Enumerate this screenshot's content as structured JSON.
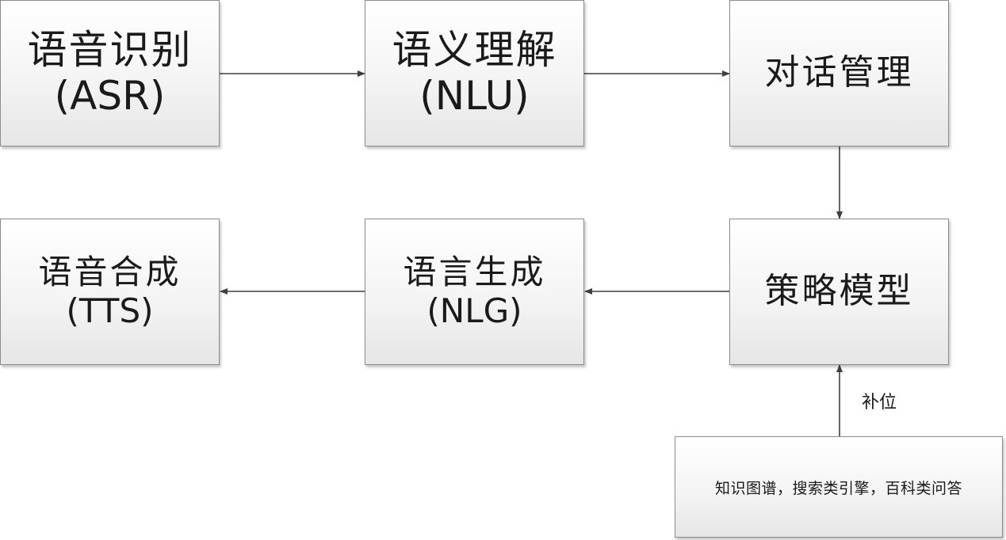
{
  "nodes": {
    "asr": {
      "line1": "语音识别",
      "line2": "(ASR)"
    },
    "nlu": {
      "line1": "语义理解",
      "line2": "(NLU)"
    },
    "dm": {
      "line1": "对话管理"
    },
    "tts": {
      "line1": "语音合成",
      "line2": "(TTS)"
    },
    "nlg": {
      "line1": "语言生成",
      "line2": "(NLG)"
    },
    "policy": {
      "line1": "策略模型"
    },
    "knowledge": {
      "line1": "知识图谱，搜索类引擎，百科类问答"
    }
  },
  "edges": [
    {
      "from": "asr",
      "to": "nlu",
      "label": ""
    },
    {
      "from": "nlu",
      "to": "dm",
      "label": ""
    },
    {
      "from": "dm",
      "to": "policy",
      "label": ""
    },
    {
      "from": "policy",
      "to": "nlg",
      "label": ""
    },
    {
      "from": "nlg",
      "to": "tts",
      "label": ""
    },
    {
      "from": "knowledge",
      "to": "policy",
      "label": "补位"
    }
  ],
  "colors": {
    "box_border": "#8c8c8c",
    "box_fill_top": "#ffffff",
    "box_fill_bottom": "#e6e6e6",
    "arrow": "#3f3f3f",
    "text": "#1a1a1a"
  }
}
